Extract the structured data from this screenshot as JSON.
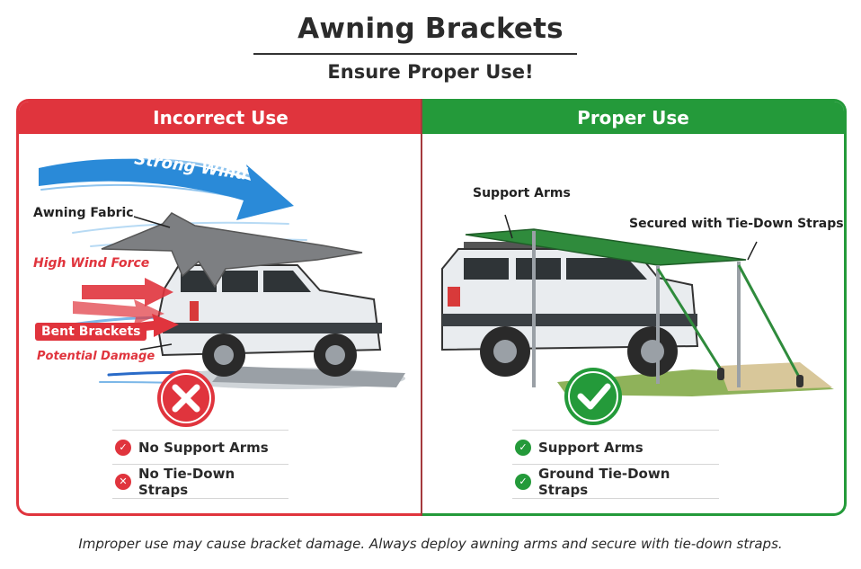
{
  "title": "Awning Brackets",
  "subtitle": "Ensure Proper Use!",
  "incorrect": {
    "header": "Incorrect Use",
    "labels": {
      "strong_wind": "Strong Wind",
      "awning_fabric": "Awning Fabric",
      "high_wind_force": "High Wind Force",
      "bent_brackets": "Bent Brackets",
      "potential_damage": "Potential Damage"
    },
    "items": [
      {
        "text": "No Support Arms",
        "status": "check"
      },
      {
        "text": "No Tie-Down Straps",
        "status": "cross"
      }
    ]
  },
  "proper": {
    "header": "Proper Use",
    "labels": {
      "support_arms": "Support Arms",
      "secured": "Secured with Tie-Down Straps"
    },
    "items": [
      {
        "text": "Support Arms",
        "status": "check"
      },
      {
        "text": "Ground Tie-Down Straps",
        "status": "check"
      }
    ]
  },
  "footer": "Improper use may cause bracket damage. Always deploy awning arms and secure with tie-down straps.",
  "colors": {
    "red": "#e0343d",
    "green": "#249a3a",
    "wind_blue": "#2a8ad8",
    "awning_gray": "#7d7f82",
    "awning_green": "#2f8b3c"
  },
  "icons": [
    "cross-icon",
    "checkmark-icon",
    "wind-arrow-icon"
  ]
}
